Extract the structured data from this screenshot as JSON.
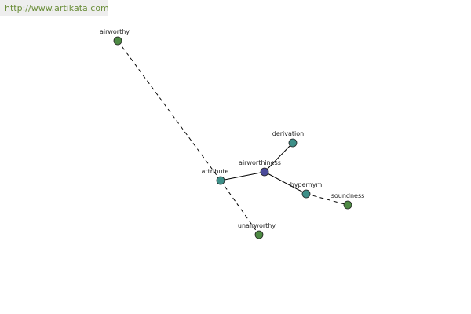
{
  "watermark": {
    "text": "http://www.artikata.com"
  },
  "colors": {
    "center_node": "#4a4a9a",
    "relation_node": "#3d8f88",
    "word_node": "#4e8a44",
    "node_stroke": "#222222",
    "edge": "#000000"
  },
  "graph": {
    "nodes": [
      {
        "id": "airworthy",
        "label": "airworthy",
        "kind": "word"
      },
      {
        "id": "derivation",
        "label": "derivation",
        "kind": "relation"
      },
      {
        "id": "airworthiness",
        "label": "airworthiness",
        "kind": "center"
      },
      {
        "id": "attribute",
        "label": "attribute",
        "kind": "relation"
      },
      {
        "id": "hypernym",
        "label": "hypernym",
        "kind": "relation"
      },
      {
        "id": "soundness",
        "label": "soundness",
        "kind": "word"
      },
      {
        "id": "unairworthy",
        "label": "unairworthy",
        "kind": "word"
      }
    ],
    "edges": [
      {
        "from": "airworthiness",
        "to": "derivation",
        "style": "solid"
      },
      {
        "from": "airworthiness",
        "to": "attribute",
        "style": "solid"
      },
      {
        "from": "airworthiness",
        "to": "hypernym",
        "style": "solid"
      },
      {
        "from": "attribute",
        "to": "airworthy",
        "style": "dashed"
      },
      {
        "from": "attribute",
        "to": "unairworthy",
        "style": "dashed"
      },
      {
        "from": "hypernym",
        "to": "soundness",
        "style": "dashed"
      }
    ]
  }
}
